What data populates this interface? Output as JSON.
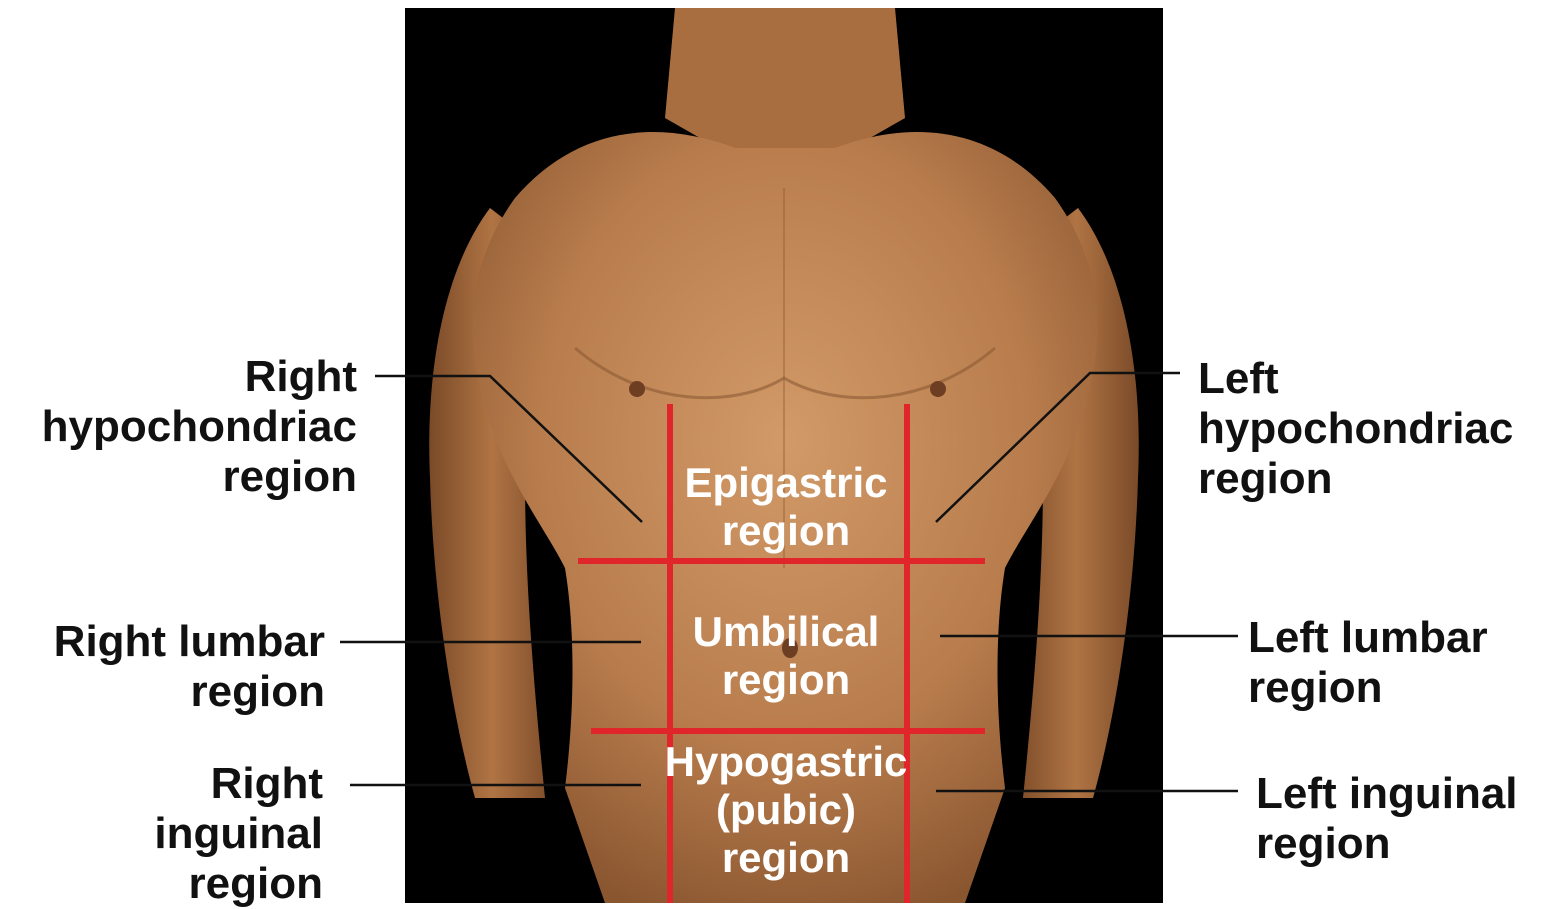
{
  "labels": {
    "right_hypochondriac": [
      "Right",
      "hypochondriac",
      "region"
    ],
    "left_hypochondriac": [
      "Left",
      "hypochondriac",
      "region"
    ],
    "right_lumbar": [
      "Right lumbar",
      "region"
    ],
    "left_lumbar": [
      "Left lumbar",
      "region"
    ],
    "right_inguinal": [
      "Right",
      "inguinal",
      "region"
    ],
    "left_inguinal": [
      "Left inguinal",
      "region"
    ],
    "epigastric": [
      "Epigastric",
      "region"
    ],
    "umbilical": [
      "Umbilical",
      "region"
    ],
    "hypogastric": [
      "Hypogastric",
      "(pubic)",
      "region"
    ]
  },
  "colors": {
    "grid_line": "#e0262b",
    "skin": "#c48a5a",
    "background_photo": "#000000",
    "label_text": "#111111",
    "region_text": "#ffffff"
  }
}
